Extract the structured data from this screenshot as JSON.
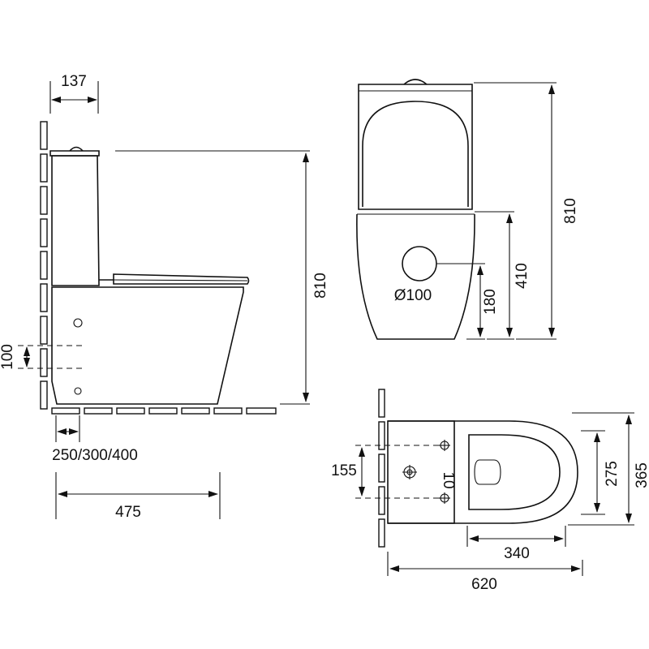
{
  "side_view": {
    "dim_tank_depth": "137",
    "dim_total_height": "810",
    "dim_outlet_spacing": "100",
    "dim_outlet_distance": "250/300/400",
    "dim_length": "475"
  },
  "front_view": {
    "dim_total_height": "810",
    "dim_bowl_height": "410",
    "dim_outlet_height": "180",
    "dim_outlet_diameter": "Ø100"
  },
  "top_view": {
    "dim_hole_spacing": "155",
    "dim_hole_offset": "10",
    "dim_seat_width": "275",
    "dim_total_width": "365",
    "dim_seat_length": "340",
    "dim_total_length": "620"
  }
}
